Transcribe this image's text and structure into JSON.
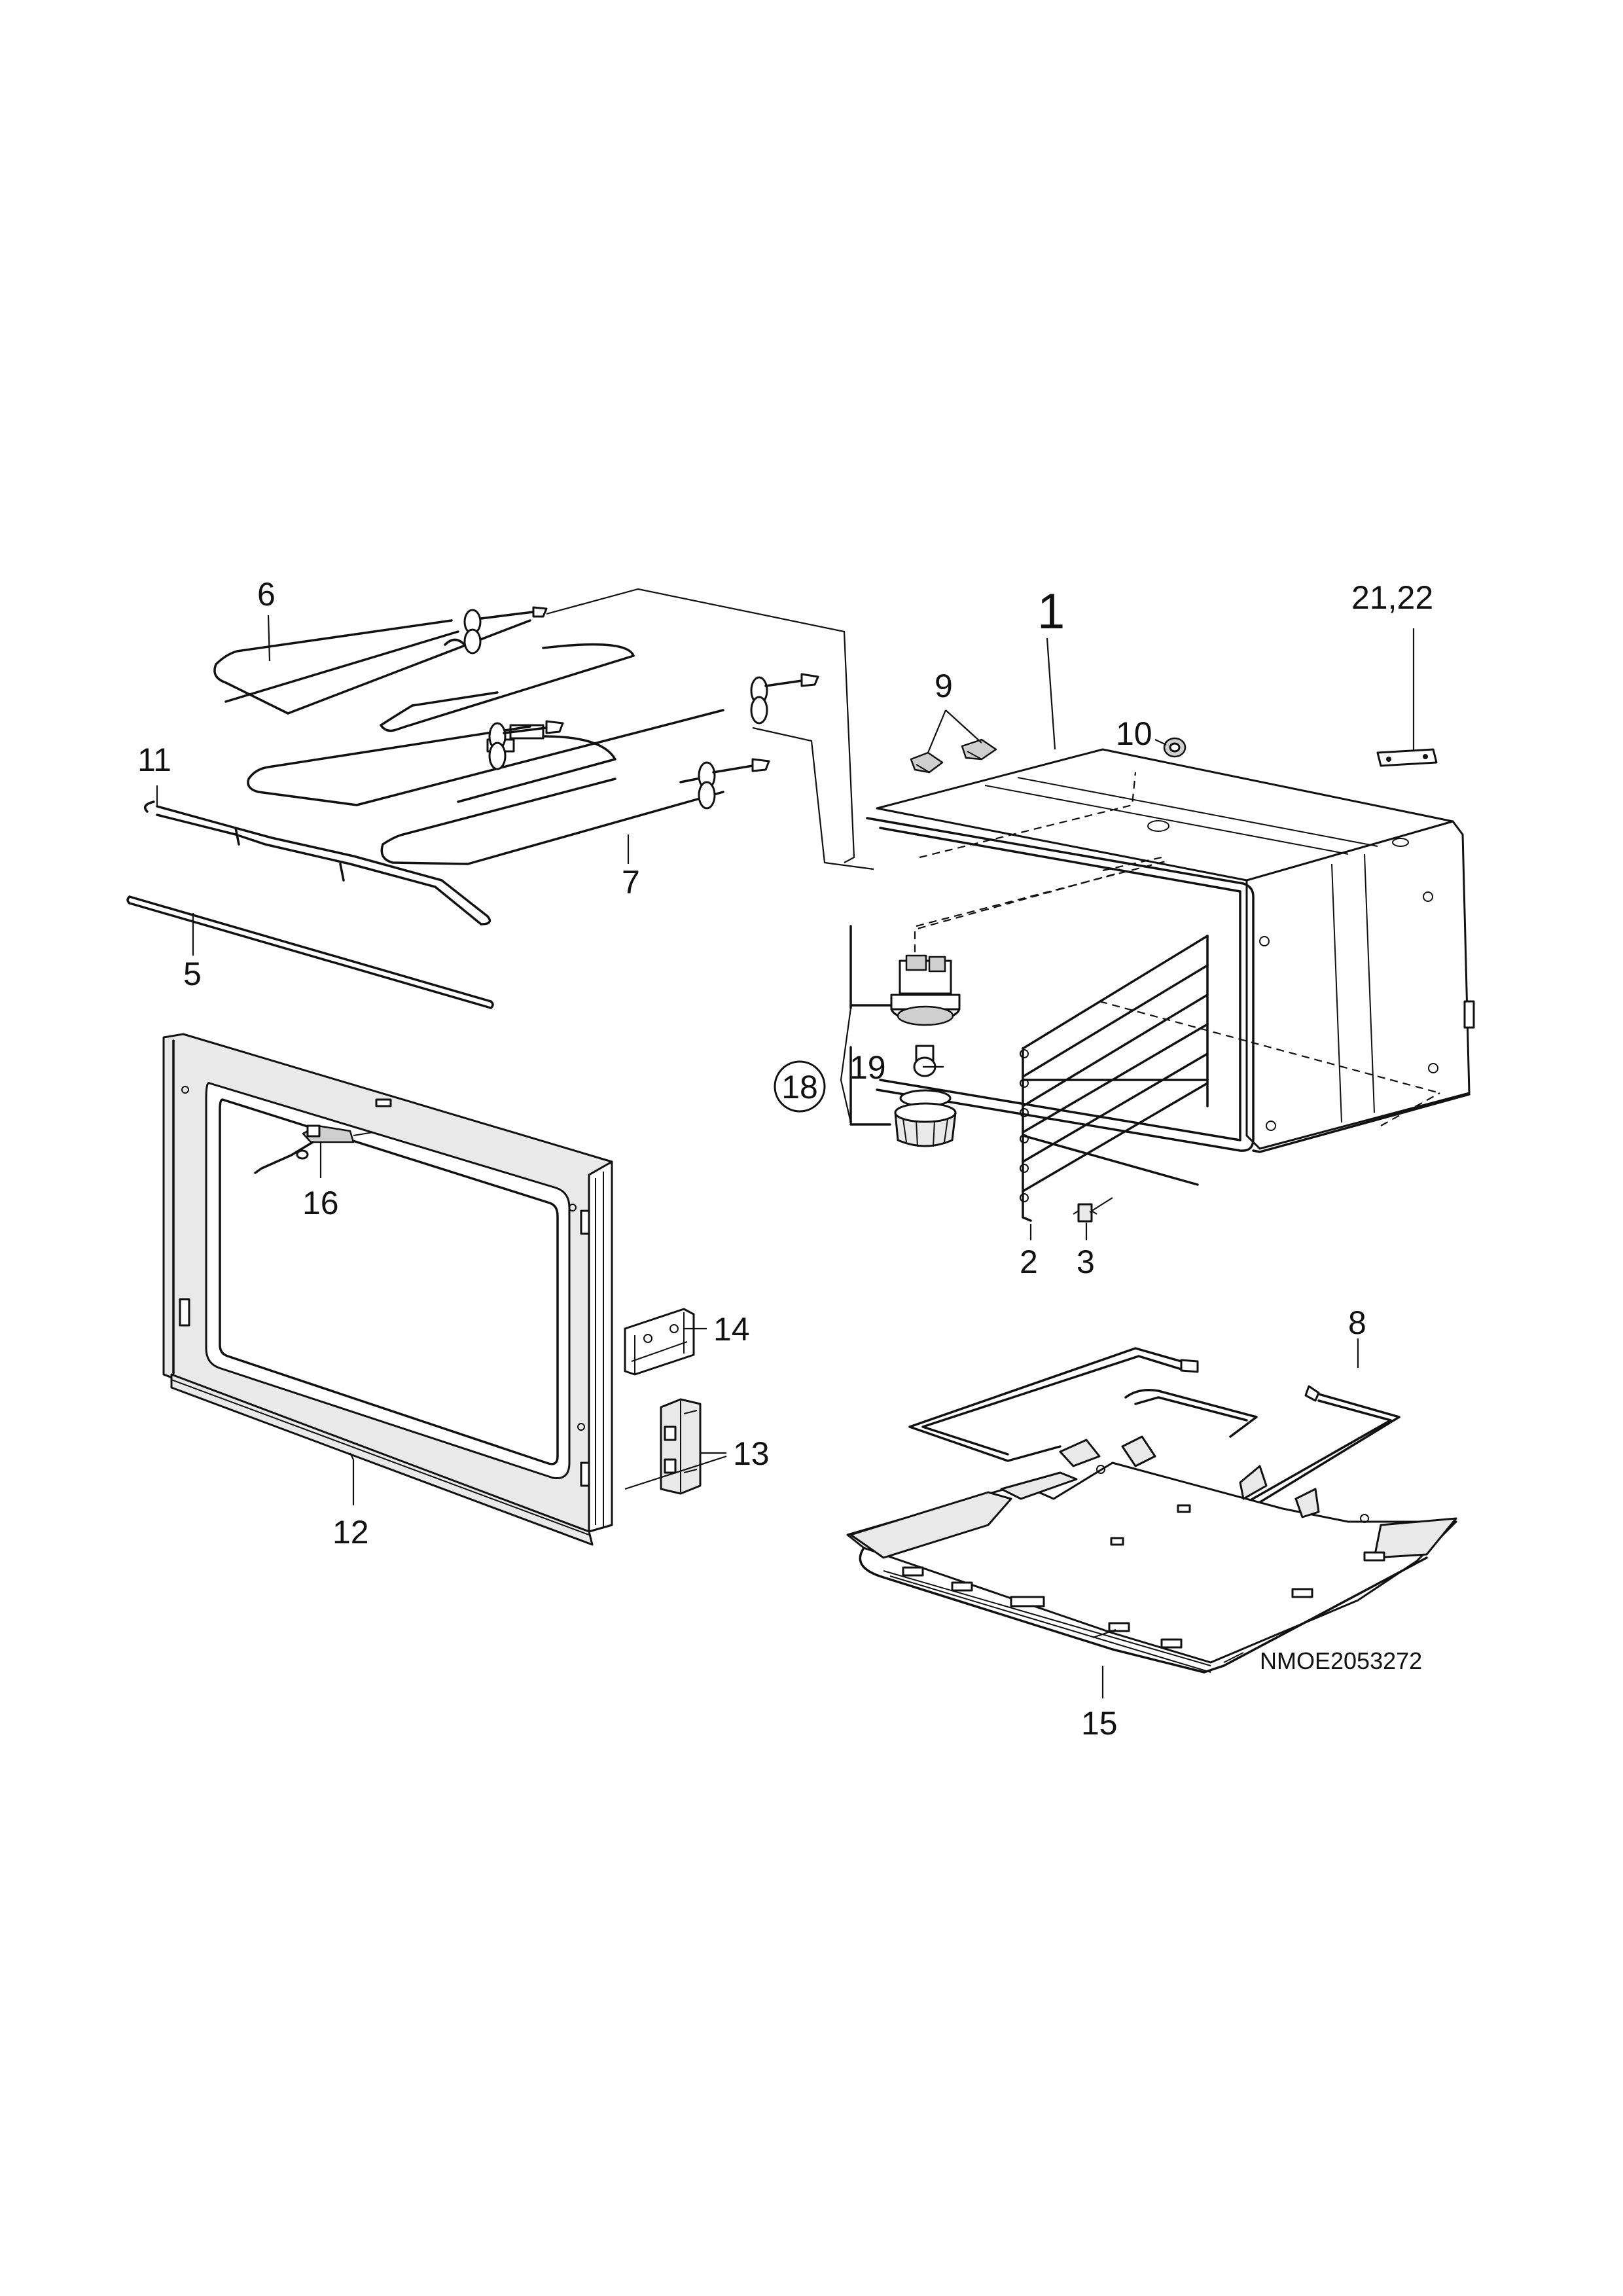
{
  "diagram": {
    "drawing_id": "NMOE2053272",
    "parts": [
      {
        "id": "p1",
        "label": "1"
      },
      {
        "id": "p2",
        "label": "2"
      },
      {
        "id": "p3",
        "label": "3"
      },
      {
        "id": "p5",
        "label": "5"
      },
      {
        "id": "p6",
        "label": "6"
      },
      {
        "id": "p7",
        "label": "7"
      },
      {
        "id": "p8",
        "label": "8"
      },
      {
        "id": "p9",
        "label": "9"
      },
      {
        "id": "p10",
        "label": "10"
      },
      {
        "id": "p11",
        "label": "11"
      },
      {
        "id": "p12",
        "label": "12"
      },
      {
        "id": "p13",
        "label": "13"
      },
      {
        "id": "p14",
        "label": "14"
      },
      {
        "id": "p15",
        "label": "15"
      },
      {
        "id": "p16",
        "label": "16"
      },
      {
        "id": "p18",
        "label": "18",
        "circled": true
      },
      {
        "id": "p19",
        "label": "19"
      },
      {
        "id": "p21_22",
        "label": "21,22"
      }
    ]
  }
}
